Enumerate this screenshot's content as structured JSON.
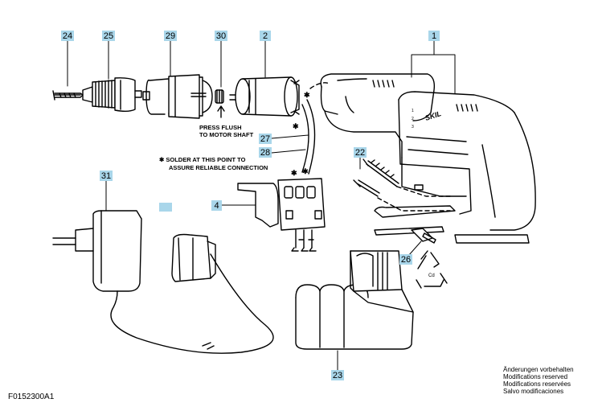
{
  "colors": {
    "callout_fill": "#a9d6ea",
    "line": "#000000",
    "background": "#ffffff"
  },
  "callouts": {
    "c24": "24",
    "c25": "25",
    "c29": "29",
    "c30": "30",
    "c2": "2",
    "c1": "1",
    "c27": "27",
    "c28": "28",
    "c22": "22",
    "c31": "31",
    "c4": "4",
    "c26": "26",
    "c23": "23"
  },
  "notes": {
    "press_flush_line1": "PRESS FLUSH",
    "press_flush_line2": "TO MOTOR SHAFT",
    "solder_line1": "✱ SOLDER AT THIS POINT TO",
    "solder_line2": "ASSURE RELIABLE CONNECTION",
    "asterisk": "✱"
  },
  "brand": "SKIL",
  "speed_marks": [
    "1",
    "2",
    "3"
  ],
  "recycle_label": "Cd",
  "footer": {
    "doc_code": "F0152300A1",
    "mods": [
      "Änderungen vorbehalten",
      "Modifications reserved",
      "Modifications reservées",
      "Salvo modificaciones"
    ]
  }
}
